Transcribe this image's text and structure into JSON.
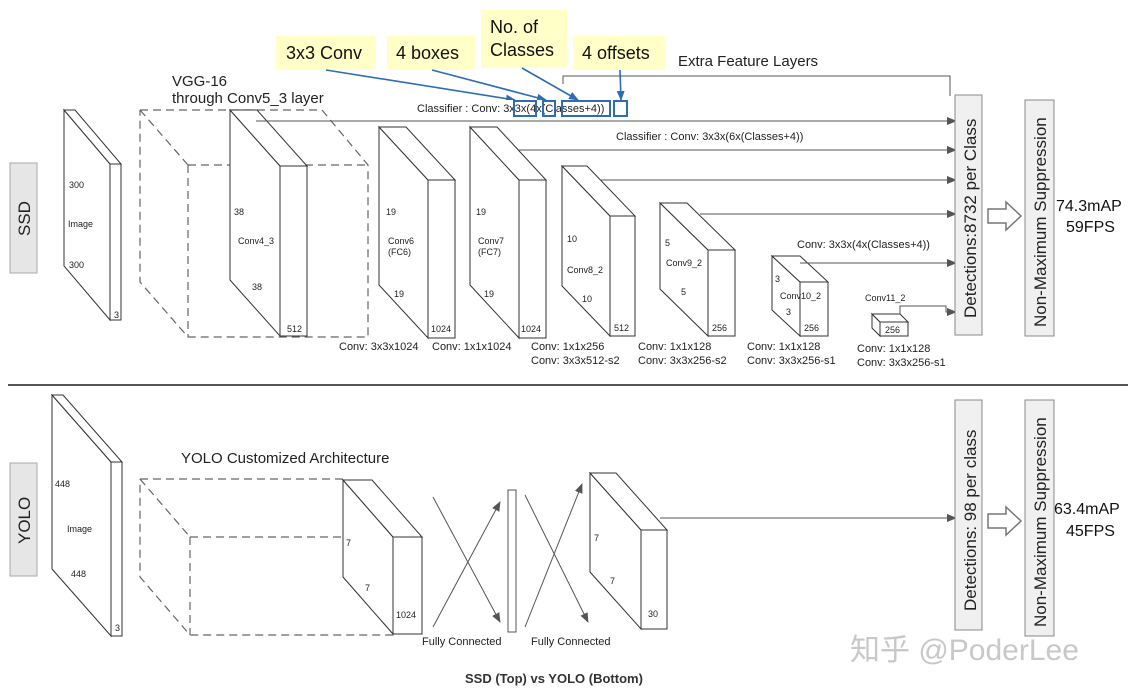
{
  "annotations": {
    "conv3x3": "3x3 Conv",
    "boxes": "4 boxes",
    "classes": "No. of\nClasses",
    "offsets": "4 offsets"
  },
  "ssd": {
    "tag": "SSD",
    "vgg_title": "VGG-16\nthrough Conv5_3 layer",
    "extra_layers": "Extra Feature Layers",
    "classifier1": "Classifier : Conv: 3x3x(4x(Classes+4))",
    "classifier2": "Classifier : Conv: 3x3x(6x(Classes+4))",
    "classifier3": "Conv: 3x3x(4x(Classes+4))",
    "detections": "Detections:8732 per Class",
    "nms": "Non-Maximum Suppression",
    "map": "74.3mAP",
    "fps": "59FPS",
    "image": {
      "label": "Image",
      "h": "300",
      "w": "300",
      "c": "3"
    },
    "conv4_3": {
      "label": "Conv4_3",
      "h": "38",
      "w": "38",
      "c": "512"
    },
    "conv6": {
      "label": "Conv6\n(FC6)",
      "h": "19",
      "w": "19",
      "c": "1024"
    },
    "conv7": {
      "label": "Conv7\n(FC7)",
      "h": "19",
      "w": "19",
      "c": "1024"
    },
    "conv8_2": {
      "label": "Conv8_2",
      "h": "10",
      "w": "10",
      "c": "512"
    },
    "conv9_2": {
      "label": "Conv9_2",
      "h": "5",
      "w": "5",
      "c": "256"
    },
    "conv10_2": {
      "label": "Conv10_2",
      "h": "3",
      "w": "3",
      "c": "256"
    },
    "conv11_2": {
      "label": "Conv11_2",
      "c": "256"
    },
    "conv_labels": [
      "Conv: 3x3x1024",
      "Conv: 1x1x1024",
      "Conv:  1x1x256\nConv:  3x3x512-s2",
      "Conv: 1x1x128\nConv: 3x3x256-s2",
      "Conv: 1x1x128\nConv: 3x3x256-s1",
      "Conv: 1x1x128\nConv: 3x3x256-s1"
    ]
  },
  "yolo": {
    "tag": "YOLO",
    "arch_title": "YOLO Customized Architecture",
    "image": {
      "label": "Image",
      "h": "448",
      "w": "448",
      "c": "3"
    },
    "feat": {
      "h": "7",
      "w": "7",
      "c": "1024"
    },
    "out": {
      "h": "7",
      "w": "7",
      "c": "30"
    },
    "fc1": "Fully Connected",
    "fc2": "Fully Connected",
    "detections": "Detections: 98 per class",
    "nms": "Non-Maximum Suppression",
    "map": "63.4mAP",
    "fps": "45FPS"
  },
  "watermark": "知乎 @PoderLee",
  "caption": "SSD (Top) vs YOLO (Bottom)"
}
